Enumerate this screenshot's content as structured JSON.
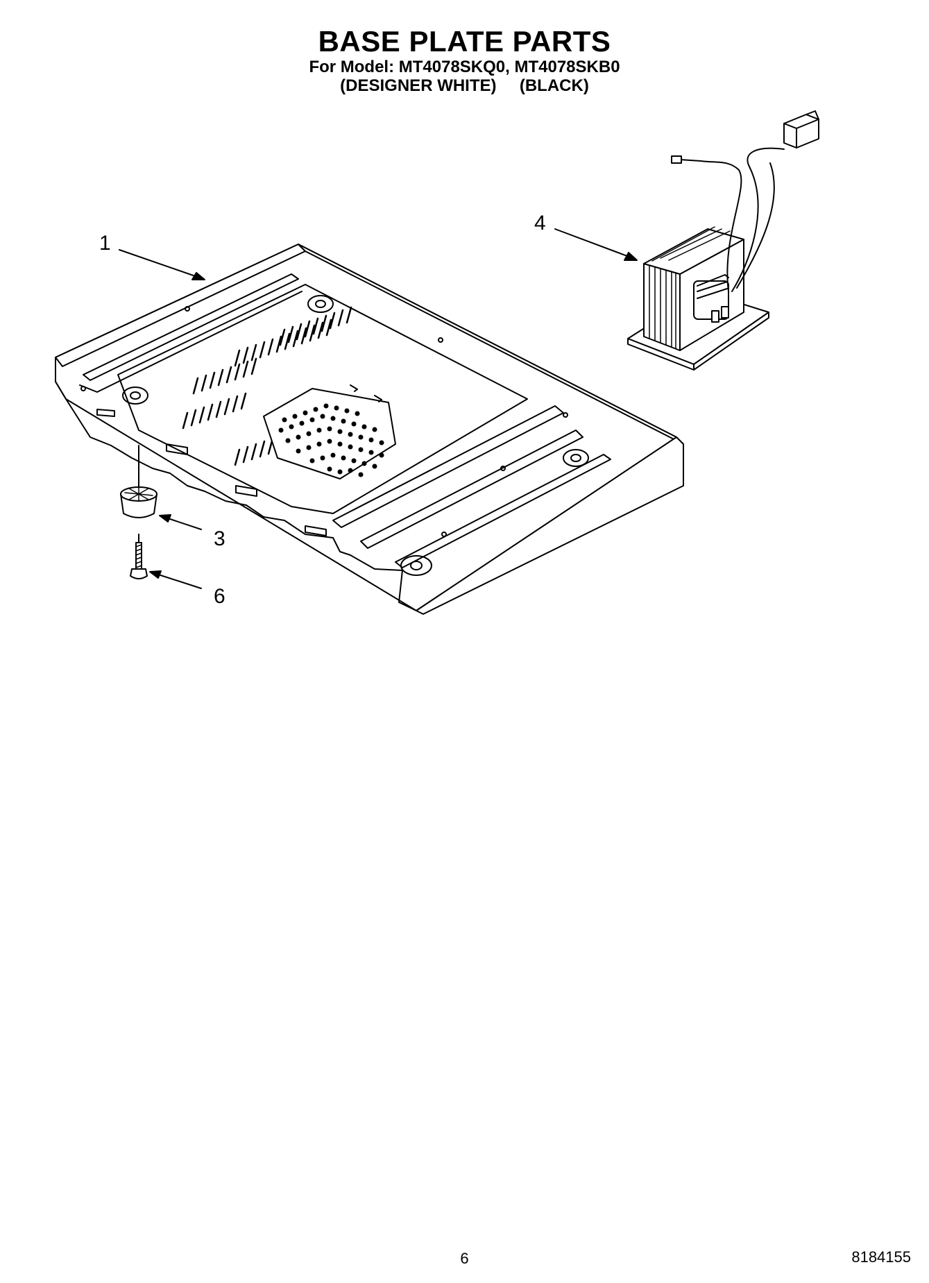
{
  "header": {
    "title": "BASE PLATE PARTS",
    "model_line": "For Model: MT4078SKQ0, MT4078SKB0",
    "color_line": "(DESIGNER WHITE)     (BLACK)"
  },
  "callouts": {
    "part_1": "1",
    "part_3": "3",
    "part_4": "4",
    "part_6": "6"
  },
  "footer": {
    "page_number": "6",
    "document_number": "8184155"
  }
}
